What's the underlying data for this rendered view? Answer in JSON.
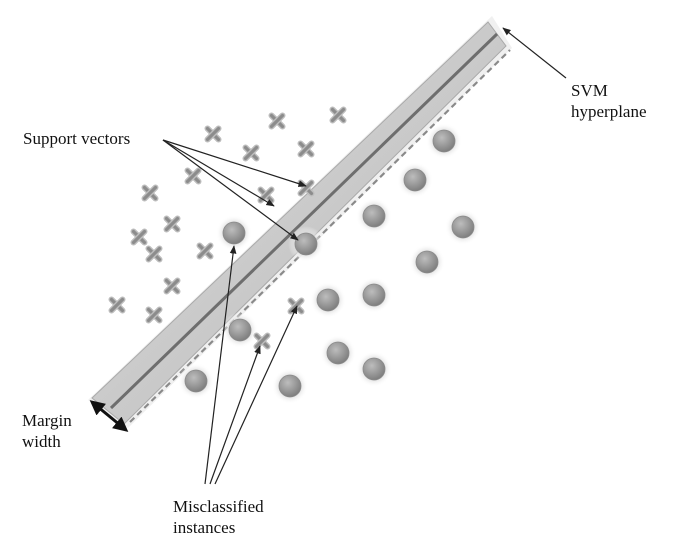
{
  "labels": {
    "svm_hyperplane": [
      "SVM",
      "hyperplane"
    ],
    "support_vectors": "Support vectors",
    "margin_width": [
      "Margin",
      "width"
    ],
    "misclassified": [
      "Misclassified",
      "instances"
    ]
  },
  "colors": {
    "band": "#c8c8c8",
    "band_edge": "#a9a9a9",
    "hyperplane": "#6e6e6e",
    "dashed_margin": "#8a8a8a",
    "circle_fill": "#9a9a9a",
    "circle_halo": "#d2d2d2",
    "cross": "#8c8c8c",
    "arrow": "#222222"
  },
  "icons": {
    "class_a": "cross-marker",
    "class_b": "circle-marker"
  }
}
